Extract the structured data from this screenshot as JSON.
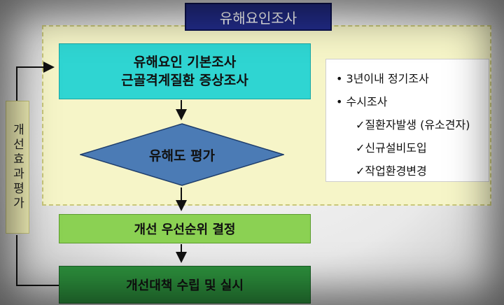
{
  "title": "유해요인조사",
  "basic_survey": {
    "line1": "유해요인 기본조사",
    "line2": "근골격계질환 증상조사"
  },
  "risk_evaluation": "유해도 평가",
  "info": {
    "items": [
      "• 3년이내 정기조사",
      "• 수시조사",
      "✓질환자발생 (유소견자)",
      "✓신규설비도입",
      "✓작업환경변경"
    ]
  },
  "priority": "개선 우선순위 결정",
  "measures": "개선대책 수립 및 실시",
  "improvement_eval": "개선효과평가",
  "colors": {
    "title_bg": "#222c8a",
    "survey_area_bg": "#f6f5c8",
    "basic_box_bg": "#2fd5d2",
    "diamond_bg": "#4b7bb5",
    "priority_bg": "#8bd153",
    "measures_bg": "#2c8f3c"
  }
}
